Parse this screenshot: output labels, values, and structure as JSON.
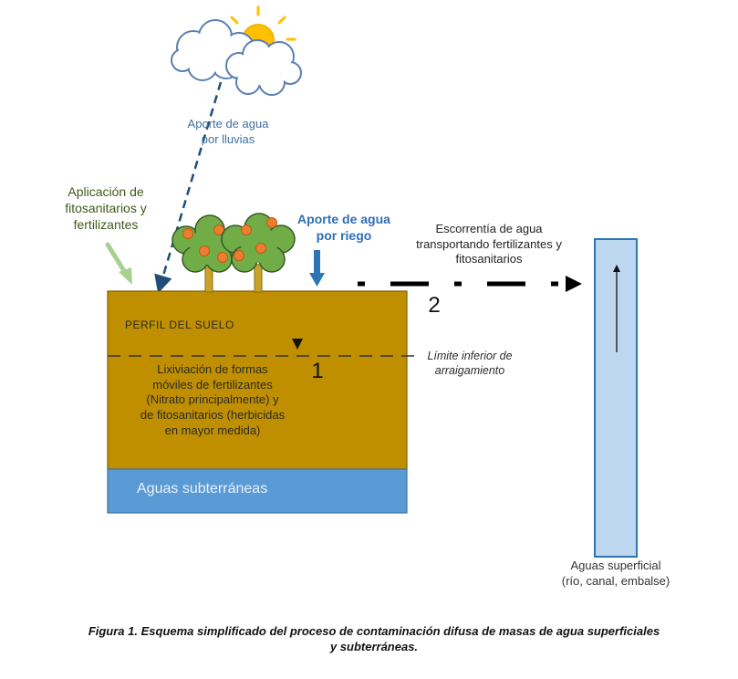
{
  "labels": {
    "rain": [
      "Aporte de agua",
      "por lluvias"
    ],
    "fitosanitarios": [
      "Aplicación de",
      "fitosanitarios y",
      "fertilizantes"
    ],
    "riego": [
      "Aporte de agua",
      "por riego"
    ],
    "escorrentia": [
      "Escorrentía de agua",
      "transportando fertilizantes y",
      "fitosanitarios"
    ],
    "perfil": "PERFIL DEL SUELO",
    "limite": [
      "Límite inferior de",
      "arraigamiento"
    ],
    "lixiviacion": [
      "Lixiviación de formas",
      "móviles de fertilizantes",
      "(Nitrato principalmente) y",
      "de fitosanitarios (herbicidas",
      "en mayor medida)"
    ],
    "numero_1": "1",
    "numero_2": "2",
    "subterraneas": "Aguas subterráneas",
    "superficial": [
      "Aguas superficial",
      "(río, canal, embalse)"
    ]
  },
  "caption": [
    "Figura 1. Esquema simplificado del proceso de contaminación difusa de masas de agua superficiales",
    "y subterráneas."
  ],
  "colors": {
    "soil": "#bf8f00",
    "groundwater": "#5b9bd5",
    "surface_water": "#bdd7ee",
    "rain_arrow": "#1f4e79",
    "irrigation_arrow": "#2e75b6",
    "application_arrow": "#a9d18e",
    "tree_foliage": "#548235",
    "fruit": "#ed7d31",
    "sun": "#ffc000"
  },
  "icons": [
    "sun-icon",
    "cloud-icon",
    "tree-icon"
  ]
}
